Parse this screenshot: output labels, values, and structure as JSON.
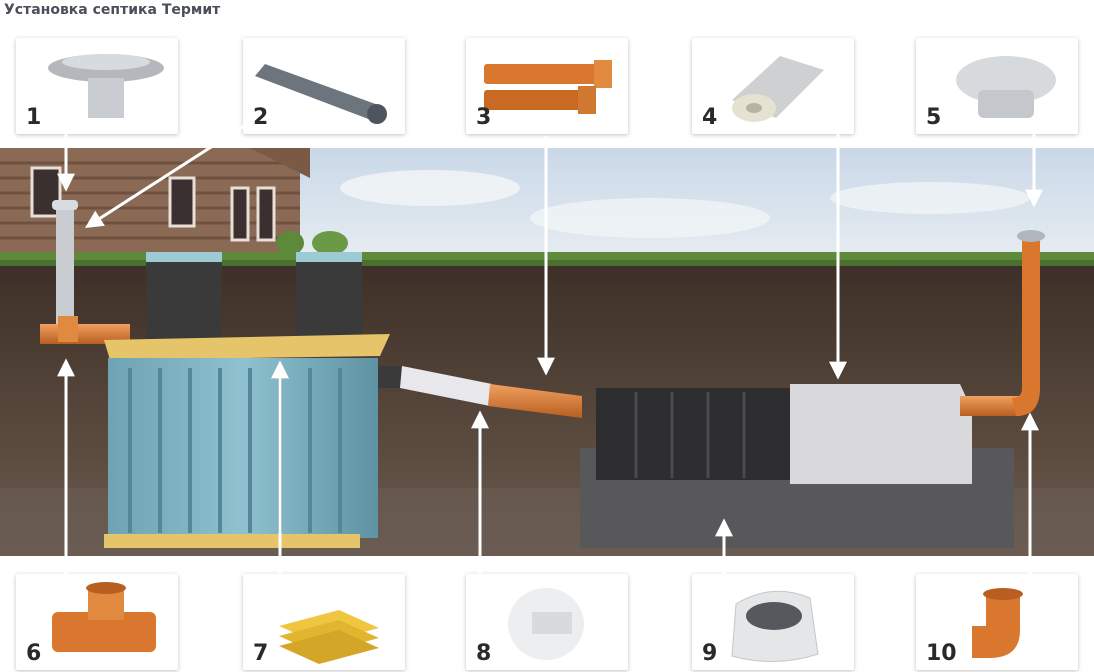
{
  "title": "Установка септика Термит",
  "items": [
    {
      "num": "1",
      "icon": "vent-cap-icon"
    },
    {
      "num": "2",
      "icon": "gray-pipe-icon"
    },
    {
      "num": "3",
      "icon": "orange-pipes-icon"
    },
    {
      "num": "4",
      "icon": "geotextile-roll-icon"
    },
    {
      "num": "5",
      "icon": "vent-cap-icon"
    },
    {
      "num": "6",
      "icon": "tee-fitting-icon"
    },
    {
      "num": "7",
      "icon": "insulation-boards-icon"
    },
    {
      "num": "8",
      "icon": "pipe-insulation-icon"
    },
    {
      "num": "9",
      "icon": "gravel-bag-icon"
    },
    {
      "num": "10",
      "icon": "elbow-fitting-icon"
    }
  ],
  "colors": {
    "pipe_orange": "#d9772e",
    "tank_blue": "#7fb3c2",
    "soil": "#4a3a30",
    "title": "#4a4f5a"
  }
}
